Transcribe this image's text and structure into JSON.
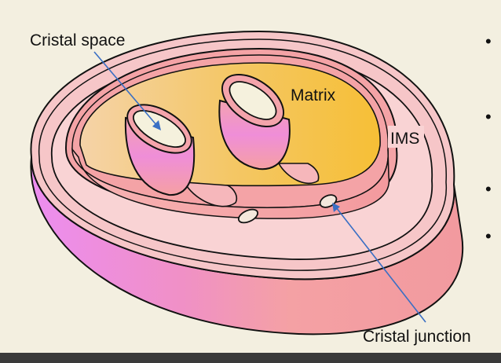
{
  "labels": {
    "cristal_space": "Cristal space",
    "matrix": "Matrix",
    "ims": "IMS",
    "cristal_junction": "Cristal junction"
  },
  "bullets": [
    "•",
    "•",
    "•",
    "•"
  ],
  "colors": {
    "background": "#f3efe0",
    "matrix_yellow": "#f6c13c",
    "matrix_peach": "#f5d3a8",
    "membrane_pink": "#f4a1a4",
    "membrane_light": "#f9d0d2",
    "membrane_magenta": "#ec8df0",
    "crista_inner": "#f5f1dd",
    "arrow_blue": "#3a6fc4",
    "outline": "#111111"
  }
}
